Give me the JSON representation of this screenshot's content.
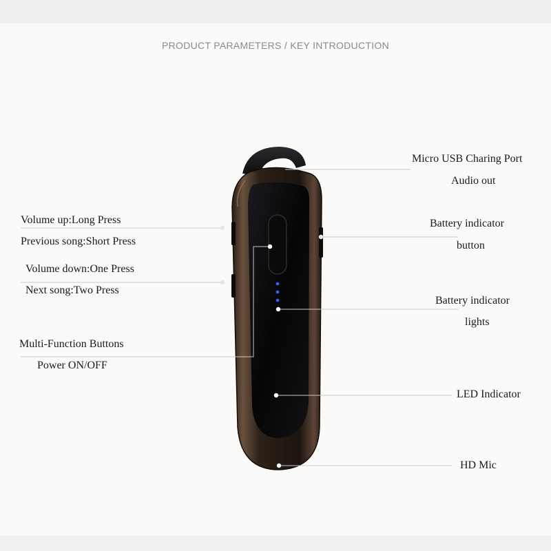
{
  "header": {
    "title": "PRODUCT PARAMETERS / KEY INTRODUCTION"
  },
  "left_labels": {
    "volume_up": "Volume up:Long Press",
    "previous_song": "Previous song:Short Press",
    "volume_down": "Volume down:One Press",
    "next_song": "Next song:Two Press",
    "multi_function": "Multi-Function Buttons",
    "power": "Power ON/OFF"
  },
  "right_labels": {
    "usb_port": "Micro USB Charing Port",
    "audio_out": "Audio out",
    "battery_button_1": "Battery indicator",
    "battery_button_2": "button",
    "battery_lights_1": "Battery indicator",
    "battery_lights_2": "lights",
    "led": "LED Indicator",
    "mic": "HD Mic"
  },
  "colors": {
    "background": "#fbfaf8",
    "device_shell": "#3a2a1e",
    "device_face": "#0b0b0d",
    "indicator_led": "#2b6cff",
    "leader_line": "#c9c9c9"
  }
}
